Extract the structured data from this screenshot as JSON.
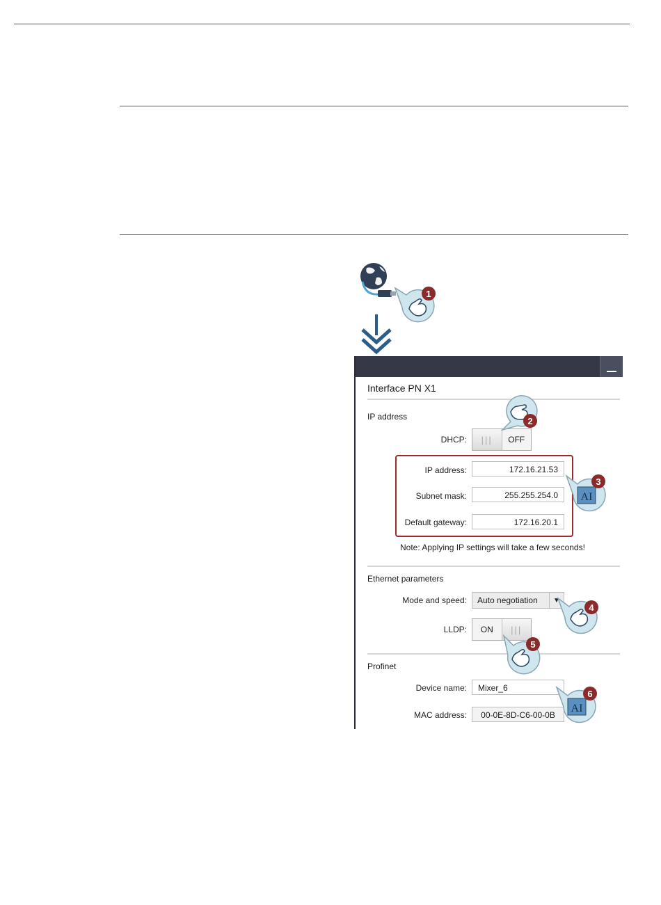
{
  "panel": {
    "title": "Interface PN X1",
    "ip_section": {
      "heading": "IP address",
      "dhcp_label": "DHCP:",
      "dhcp_state": "OFF",
      "ip_label": "IP address:",
      "ip_value": "172.16.21.53",
      "mask_label": "Subnet mask:",
      "mask_value": "255.255.254.0",
      "gateway_label": "Default gateway:",
      "gateway_value": "172.16.20.1",
      "note": "Note: Applying IP settings will take a few seconds!"
    },
    "ethernet_section": {
      "heading": "Ethernet parameters",
      "mode_label": "Mode and speed:",
      "mode_value": "Auto negotiation",
      "lldp_label": "LLDP:",
      "lldp_state": "ON"
    },
    "profinet_section": {
      "heading": "Profinet",
      "device_label": "Device name:",
      "device_value": "Mixer_6",
      "mac_label": "MAC address:",
      "mac_value": "00-0E-8D-C6-00-0B"
    }
  },
  "callouts": [
    "1",
    "2",
    "3",
    "4",
    "5",
    "6"
  ],
  "colors": {
    "titlebar": "#343847",
    "callout_badge": "#8b2a2a",
    "highlight_box": "#9e2a2a",
    "arrow": "#2b5c8a",
    "bubble": "#cfe6ef"
  },
  "icons": {
    "network": "globe-with-ethernet-plug-icon",
    "touch": "hand-tap-icon",
    "text_input": "text-cursor-icon",
    "arrow": "double-chevron-down-icon"
  }
}
